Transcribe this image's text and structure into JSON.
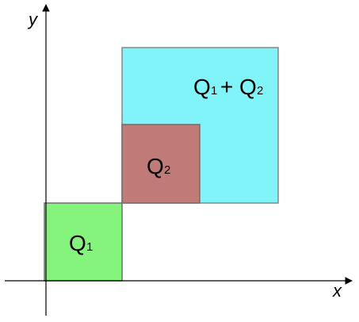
{
  "axes": {
    "x_label": "x",
    "y_label": "y",
    "color": "#000000"
  },
  "regions": {
    "q1q2": {
      "label_main_1": "Q",
      "label_sub_1": "1",
      "label_plus": "+",
      "label_main_2": "Q",
      "label_sub_2": "2",
      "fill": "#80f4f8",
      "stroke": "#7a8c8c"
    },
    "q2": {
      "label_main": "Q",
      "label_sub": "2",
      "fill": "#c07a78",
      "stroke": "#6f6f6f"
    },
    "q1": {
      "label_main": "Q",
      "label_sub": "1",
      "fill": "#84f47c",
      "stroke": "#6f6f6f"
    }
  }
}
